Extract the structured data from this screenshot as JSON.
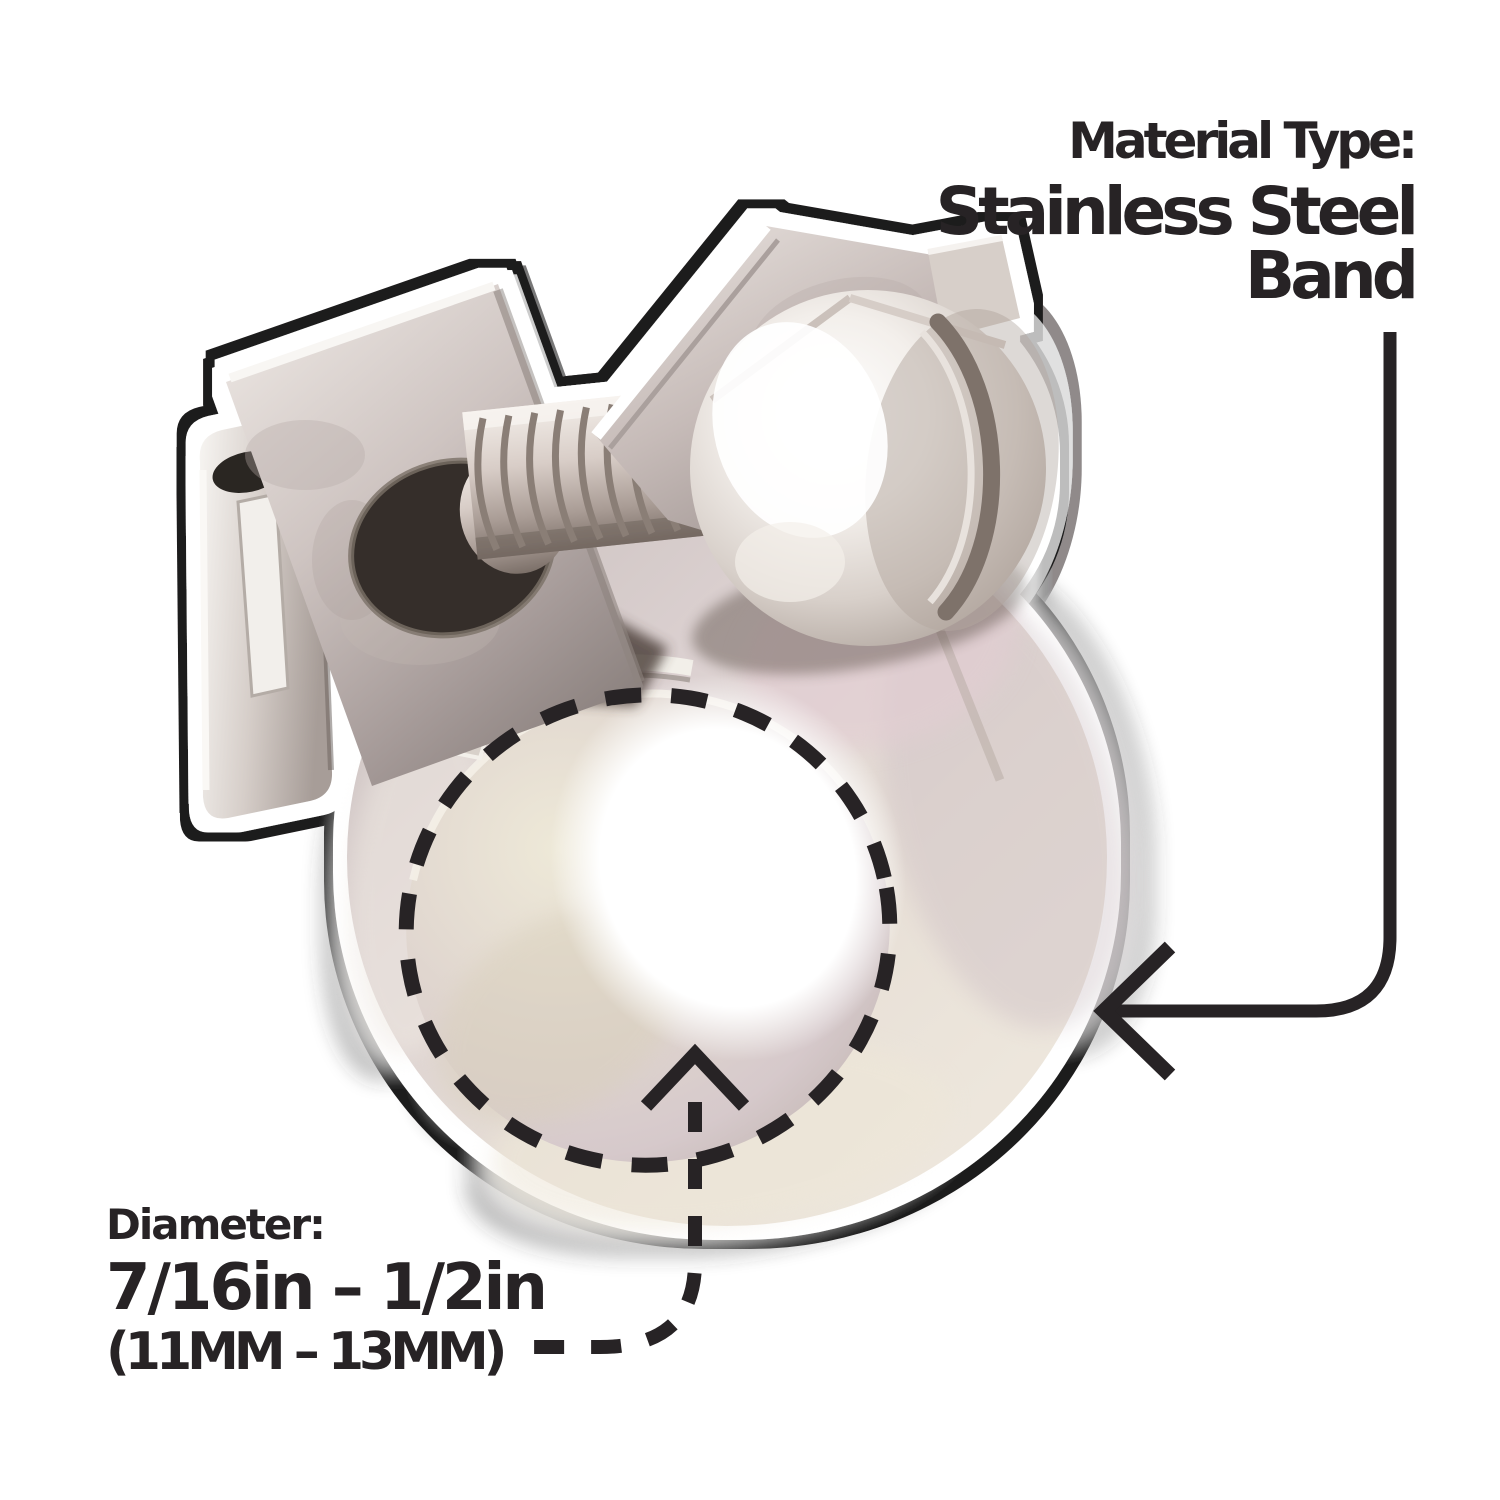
{
  "page": {
    "background": "#ffffff",
    "ink": "#272325",
    "sticker_outline": "#1d1a1b"
  },
  "callouts": {
    "material": {
      "label": "Material Type:",
      "value_line1": "Stainless Steel",
      "value_line2": "Band"
    },
    "diameter": {
      "label": "Diameter:",
      "value_inches": "7/16in – 1/2in",
      "value_mm": "(11MM – 13MM)"
    }
  },
  "illustration": {
    "subject": "stainless-steel-mini-hose-clamp",
    "icons": {
      "material_arrow": "solid-elbow-arrow-left",
      "diameter_arrow": "dashed-elbow-arrow-up",
      "inner_diameter_marker": "dashed-ellipse"
    }
  }
}
